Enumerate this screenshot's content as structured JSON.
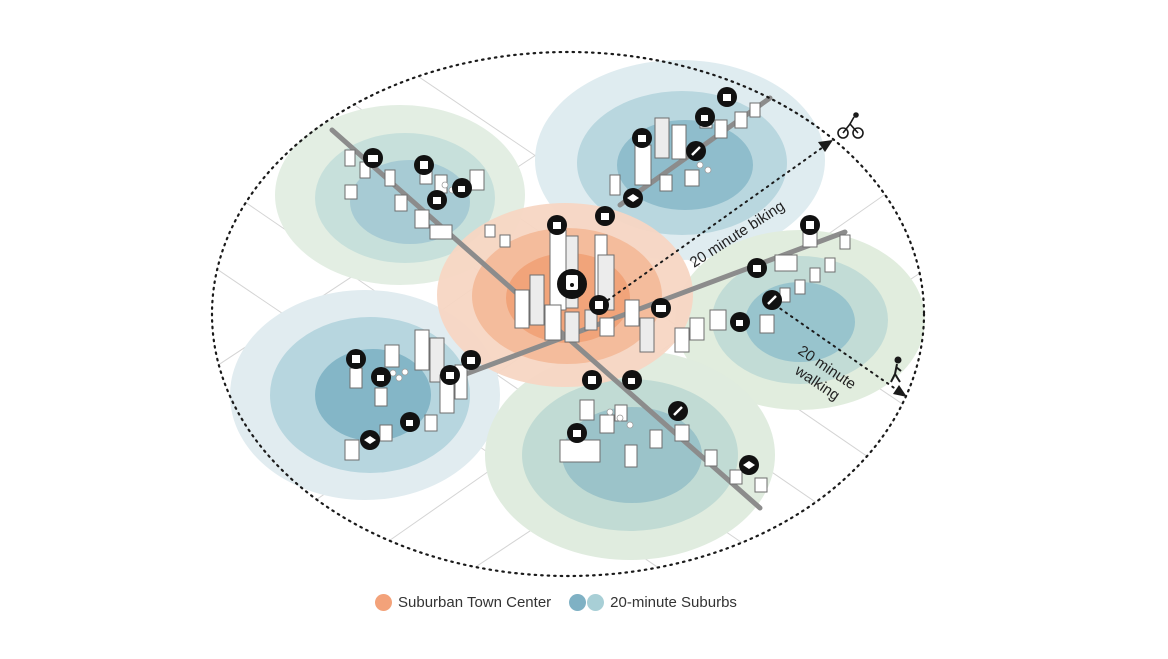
{
  "labels": {
    "biking": "20 minute biking",
    "walking_line1": "20 minute",
    "walking_line2": "walking"
  },
  "legend": {
    "town_center": "Suburban Town Center",
    "suburbs": "20-minute Suburbs"
  },
  "colors": {
    "town_center": "#f3a27a",
    "suburb_blue": "#7fb1c4",
    "suburb_teal": "#a8cfd6",
    "suburb_green": "#cfe4d3",
    "road": "#8c8c8c",
    "outline": "#1a1a1a"
  },
  "icons": {
    "traveler_biking": "cyclist-icon",
    "traveler_walking": "pedestrian-icon",
    "amenities": [
      "train-station-icon",
      "shopping-bag-icon",
      "cafe-icon",
      "school-icon",
      "theater-icon",
      "health-clinic-icon",
      "fitness-icon"
    ]
  }
}
